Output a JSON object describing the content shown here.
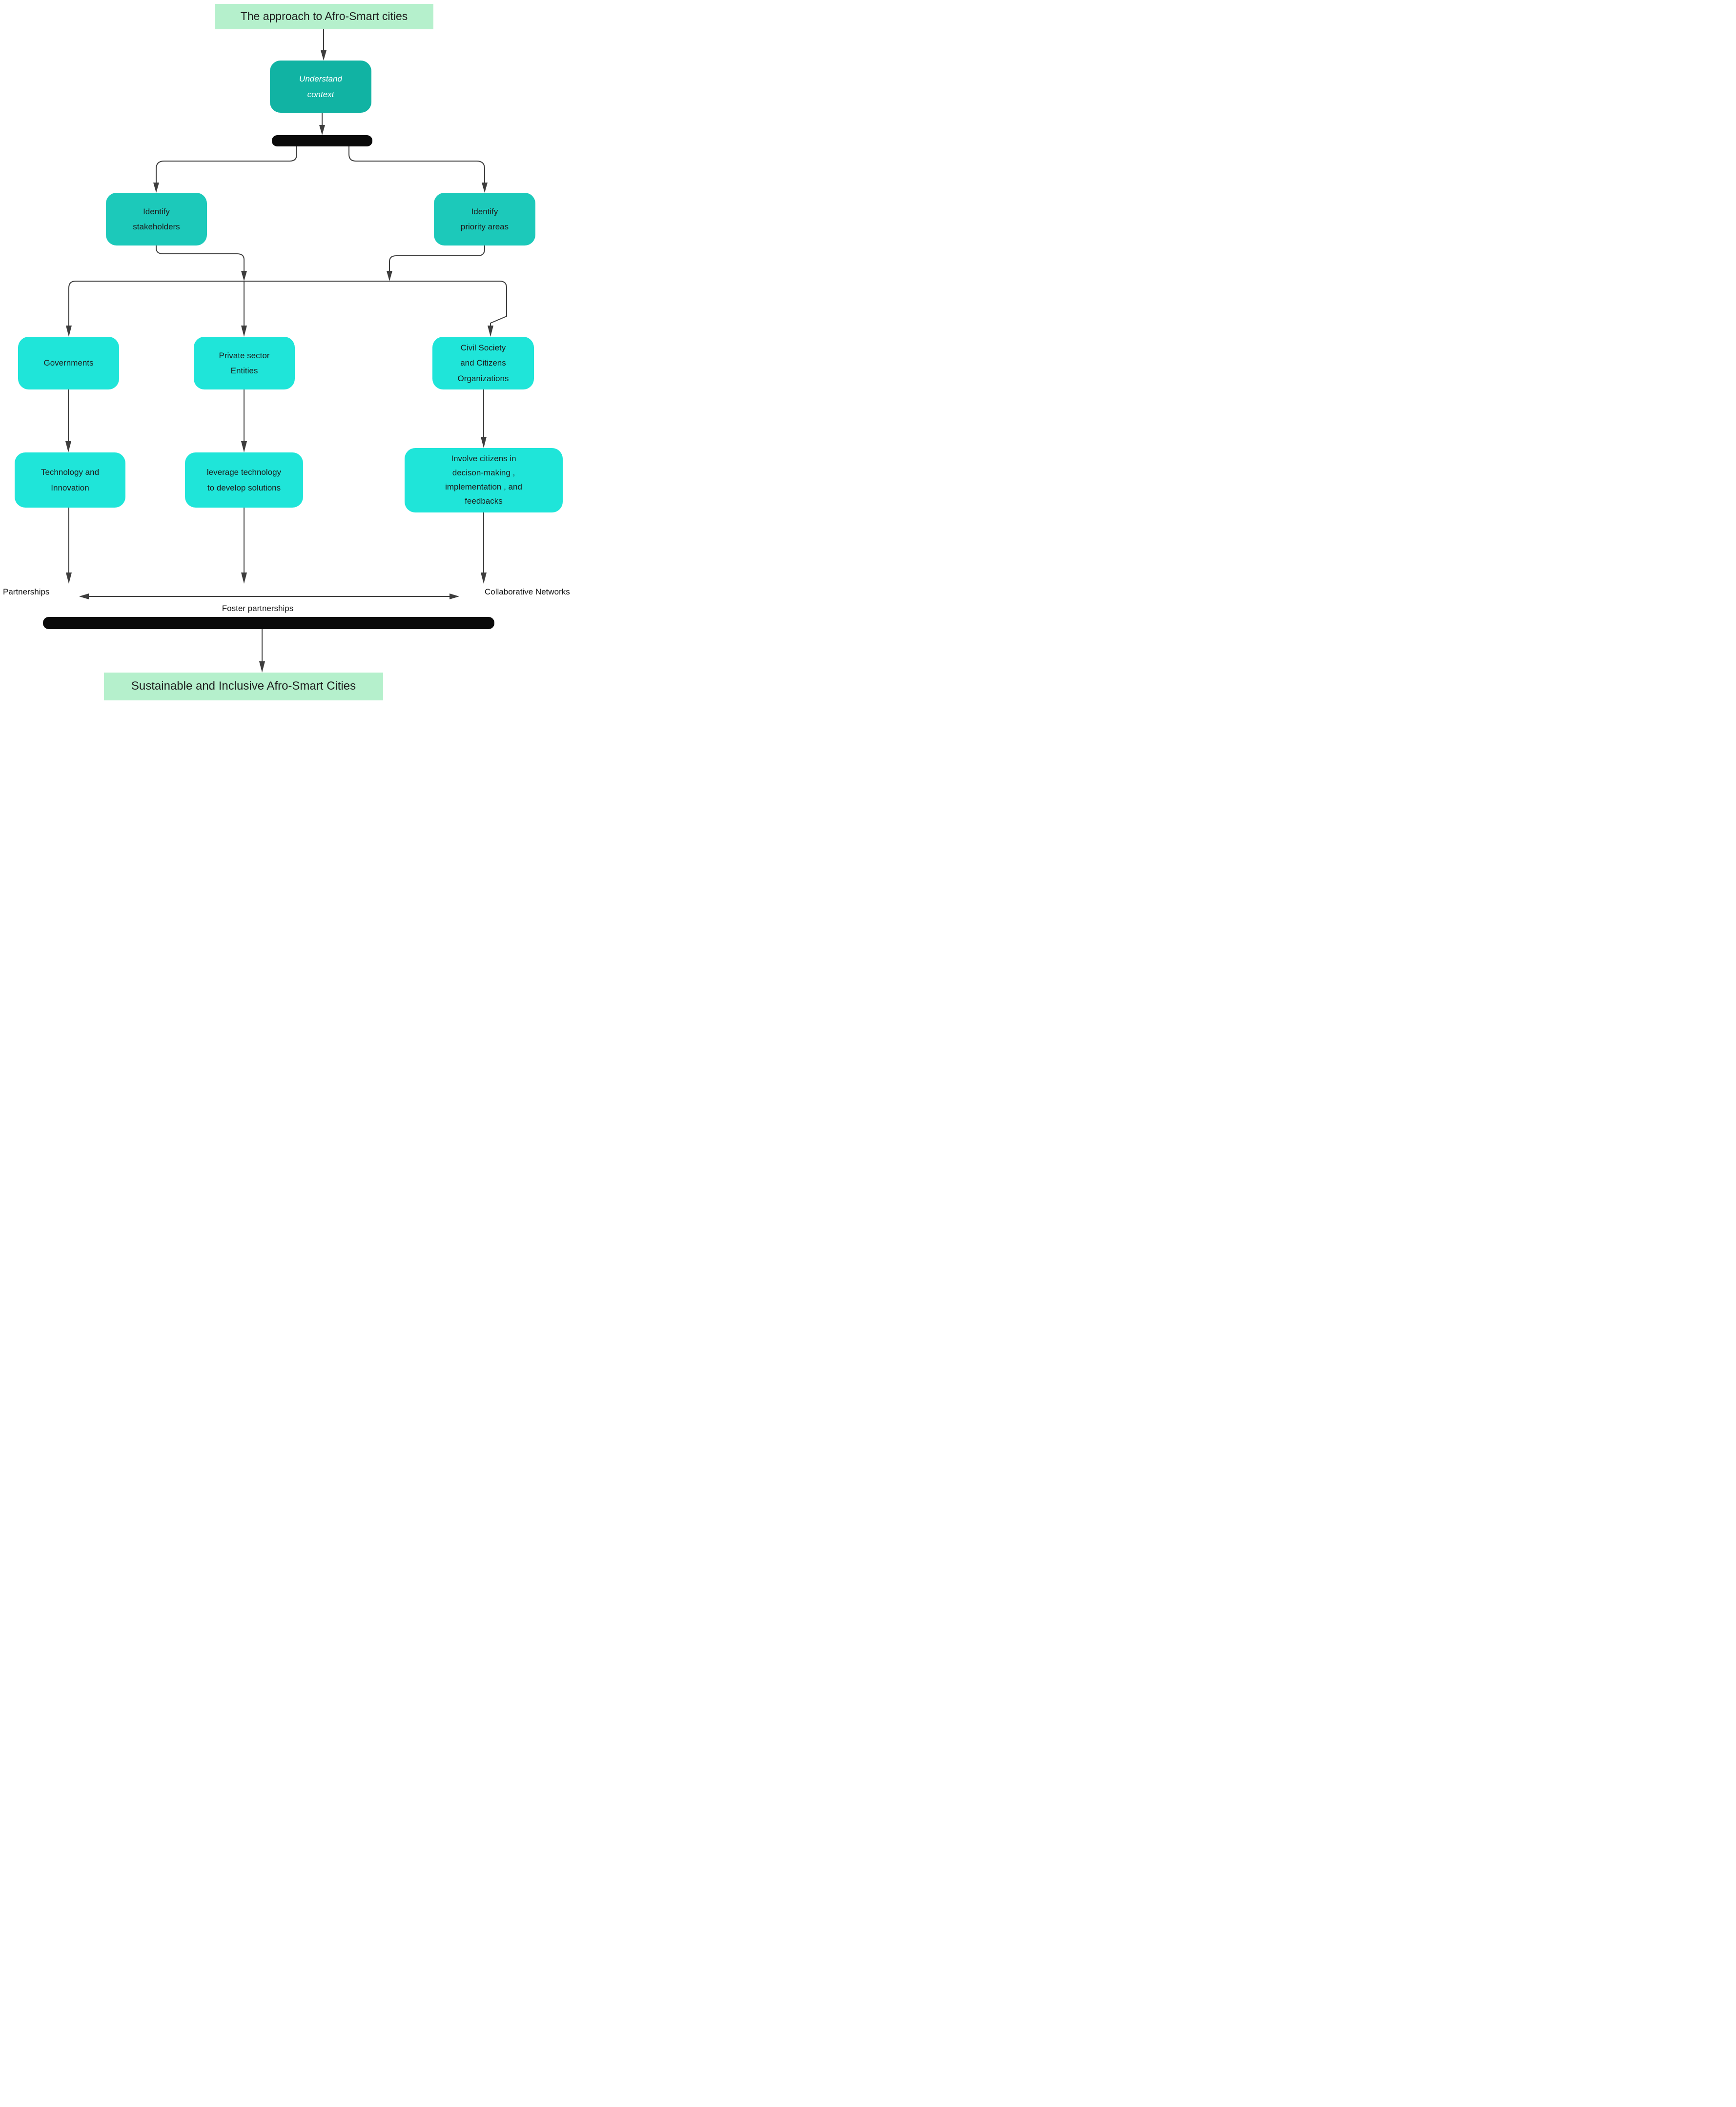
{
  "diagram": {
    "nodes": {
      "title": {
        "label": "The approach to Afro-Smart cities"
      },
      "understand": {
        "label": "Understand\ncontext"
      },
      "stakeholders": {
        "label": "Identify\nstakeholders"
      },
      "priority": {
        "label": "Identify\npriority areas"
      },
      "governments": {
        "label": "Governments"
      },
      "private_sector": {
        "label": "Private sector\nEntities"
      },
      "civil_society": {
        "label": "Civil Society\nand Citizens\nOrganizations"
      },
      "technology": {
        "label": "Technology and\nInnovation"
      },
      "leverage": {
        "label": "leverage  technology\nto develop solutions"
      },
      "involve": {
        "label": "Involve citizens in\ndecison-making ,\nimplementation , and\nfeedbacks"
      },
      "outcome": {
        "label": "Sustainable and Inclusive Afro-Smart Cities"
      }
    },
    "edge_labels": {
      "partnerships": "Partnerships",
      "collaborative_networks": "Collaborative Networks",
      "foster_partnerships": "Foster partnerships"
    },
    "palette": {
      "mint_green": "#b5f0cc",
      "teal_dark": "#11b3a3",
      "teal_mid": "#1cc9ba",
      "cyan": "#1fe5d9",
      "bar_black": "#0a0a0a",
      "edge_gray": "#3d3d3d",
      "text_dark": "#1d1d1d",
      "text_white": "#ffffff"
    }
  }
}
